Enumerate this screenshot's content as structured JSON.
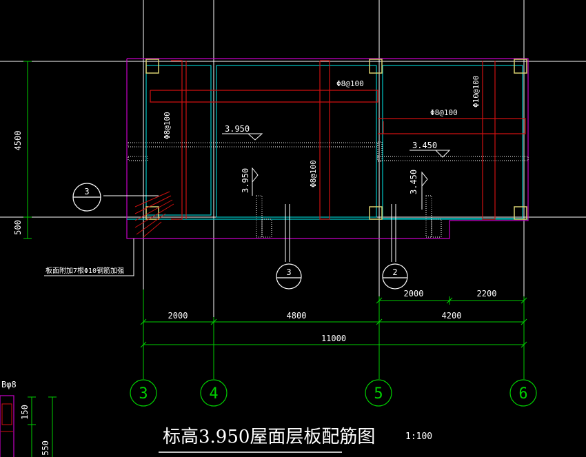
{
  "drawing": {
    "title": "标高3.950屋面层板配筋图",
    "scale": "1:100",
    "colors": {
      "background": "#000000",
      "grid": "#ffffff",
      "outline": "#c800c8",
      "rebar": "#d01010",
      "slab_edge": "#00c8c8",
      "dimension": "#00d000",
      "annotation": "#ffffff"
    },
    "axes": [
      "3",
      "4",
      "5",
      "6"
    ],
    "dimensions": {
      "left_vertical": [
        "4500",
        "500"
      ],
      "bays_row": [
        "2000",
        "4800",
        "4200"
      ],
      "right_split": [
        "2000",
        "2200"
      ],
      "total": "11000"
    },
    "rebar_labels": {
      "top_middle": "Φ8@100",
      "left_vertical": "Φ8@100",
      "middle_vertical": "Φ8@100",
      "right_horizontal": "Φ8@100",
      "right_vertical": "Φ10@100"
    },
    "elevations": {
      "main": "3.950",
      "main_vertical": "3.950",
      "right": "3.450",
      "right_vertical": "3.450"
    },
    "section_marks": {
      "left": "3",
      "middle": "3",
      "right": "2"
    },
    "note": "板面附加7根Φ10钢筋加强",
    "detail": {
      "label": "Bφ8",
      "dims": [
        "150",
        "550"
      ]
    }
  }
}
